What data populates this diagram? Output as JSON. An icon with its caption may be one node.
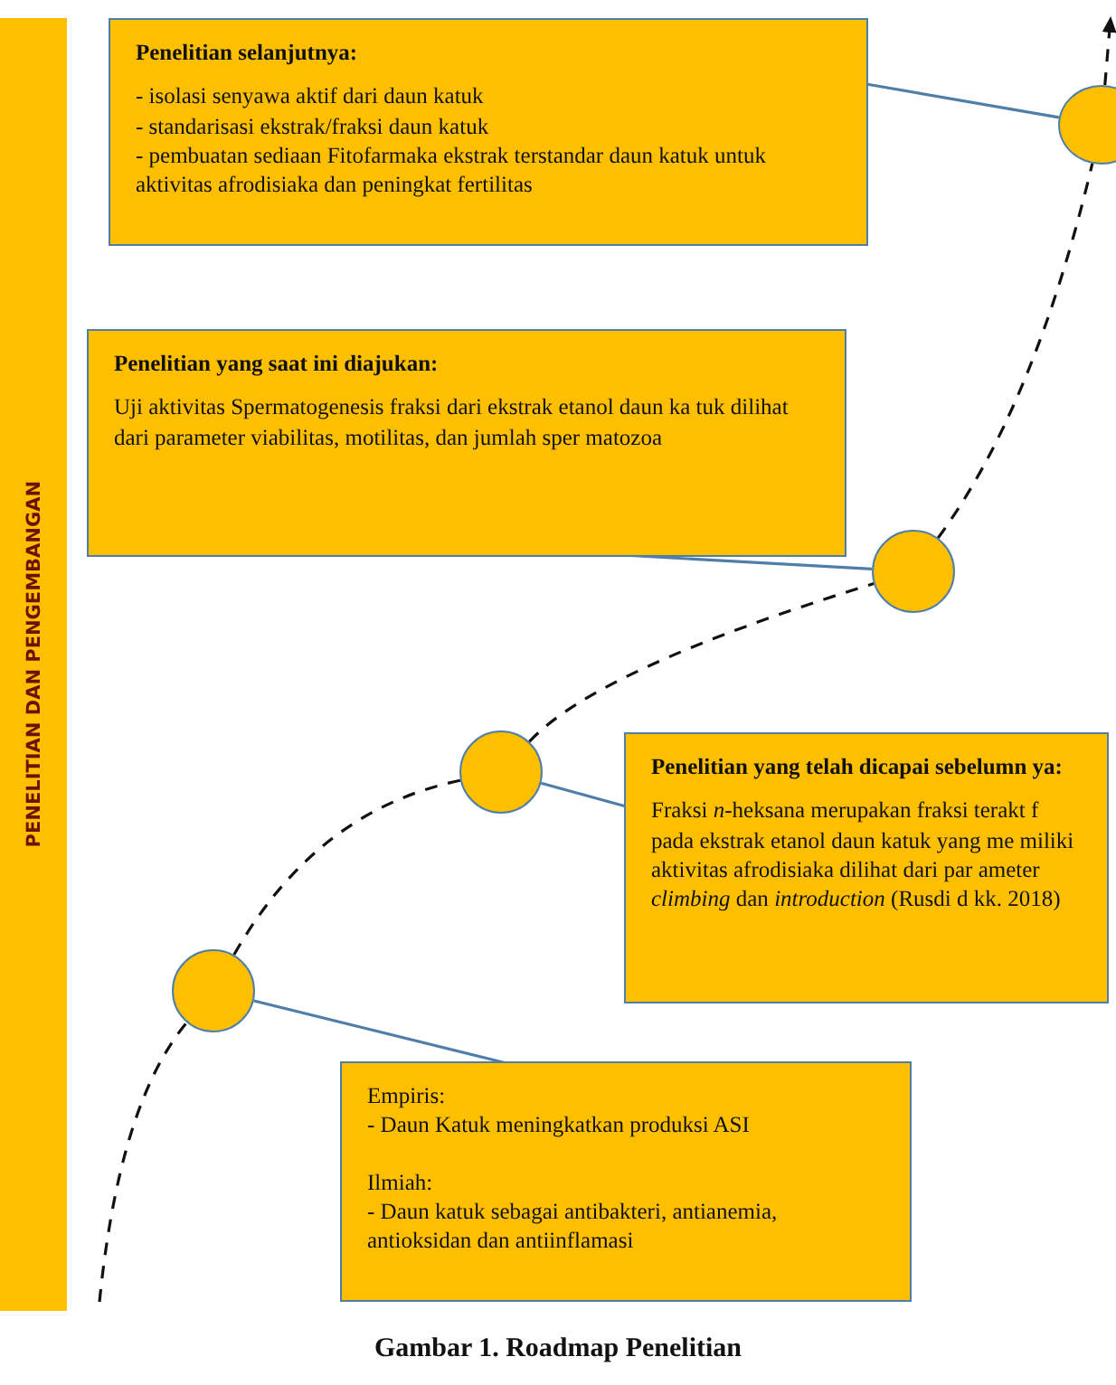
{
  "diagram": {
    "caption": "Gambar 1. Roadmap Penelitian",
    "nodes": [
      {
        "text": [
          "PENELITIAN DAN PENGEMBANGAN"
        ]
      },
      {
        "text": [
          "Penelitian selanjutnya:",
          "- isolasi senyawa aktif dari daun katuk",
          "- standarisasi ekstrak/fraksi daun katuk",
          "- pembuatan sediaan Fitofarmaka ekstrak terstandar daun katuk untuk aktivitas afrodisiaka dan peningkat fertilitas"
        ]
      },
      {
        "text": [],
        "shape": "circle"
      },
      {
        "text": [
          "Penelitian yang saat ini diajukan:",
          "Uji aktivitas Spermatogenesis fraksi dari ekstrak etanol daun ka tuk dilihat dari parameter viabilitas, motilitas, dan jumlah sper matozoa"
        ]
      },
      {
        "text": [],
        "shape": "circle"
      },
      {
        "text": [],
        "shape": "circle"
      },
      {
        "text": [
          "Penelitian yang telah dicapai sebelumn ya:",
          "Fraksi *n*-heksana merupakan fraksi terakt f pada ekstrak etanol daun katuk yang me miliki aktivitas afrodisiaka dilihat dari par ameter *climbing* dan *introduction* (Rusdi d kk. 2018)"
        ]
      },
      {
        "text": [],
        "shape": "circle"
      },
      {
        "text": [
          "Empiris:",
          "- Daun Katuk meningkatkan produksi ASI",
          "Ilmiah:",
          "- Daun katuk sebagai antibakteri, antianemia, antioksidan dan antiinflamasi"
        ]
      }
    ],
    "edges": [
      {
        "from": null,
        "to": 7,
        "arrow": "none",
        "style": "dashed"
      },
      {
        "from": 7,
        "to": 5,
        "arrow": "none",
        "style": "dashed"
      },
      {
        "from": 5,
        "to": 4,
        "arrow": "none",
        "style": "dashed"
      },
      {
        "from": 4,
        "to": 2,
        "arrow": "none",
        "style": "dashed"
      },
      {
        "from": 2,
        "to": null,
        "arrow": "to",
        "style": "dashed"
      },
      {
        "from": 1,
        "to": 2,
        "arrow": "none",
        "color": "#4f7fa8"
      },
      {
        "from": 3,
        "to": 4,
        "arrow": "none",
        "color": "#4f7fa8"
      },
      {
        "from": 6,
        "to": 5,
        "arrow": "none",
        "color": "#4f7fa8"
      },
      {
        "from": 8,
        "to": 7,
        "arrow": "none",
        "color": "#4f7fa8"
      }
    ]
  }
}
